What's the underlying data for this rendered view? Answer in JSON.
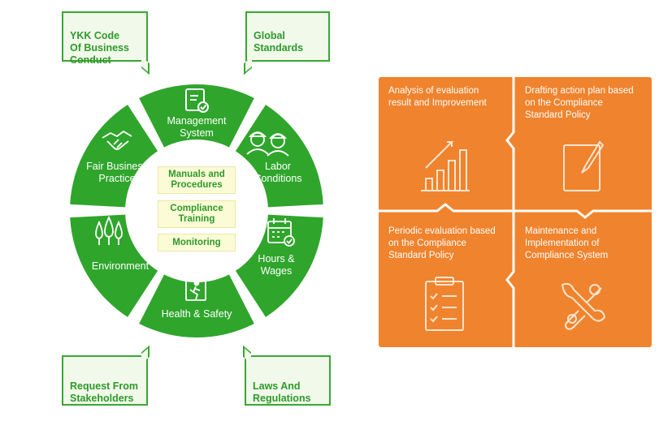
{
  "callouts": {
    "top_left": "YKK Code\nOf Business\nConduct",
    "top_right": "Global\nStandards",
    "bottom_left": "Request From\nStakeholders",
    "bottom_right": "Laws And\nRegulations"
  },
  "wheel": {
    "segments": {
      "management": "Management\nSystem",
      "labor": "Labor\nConditions",
      "hours": "Hours &\nWages",
      "health": "Health & Safety",
      "environment": "Environment",
      "fair": "Fair Business\nPractice"
    },
    "center": {
      "manuals": "Manuals and\nProcedures",
      "training": "Compliance\nTraining",
      "monitoring": "Monitoring"
    }
  },
  "cycle": {
    "q1": "Analysis of evaluation\nresult and Improvement",
    "q2": "Drafting action plan based\non the Compliance\nStandard Policy",
    "q3": "Periodic evaluation based\non the Compliance\nStandard Policy",
    "q4": "Maintenance and\nImplementation of\nCompliance System"
  },
  "colors": {
    "green": "#2fa52c",
    "callout_border": "#3aa635",
    "orange": "#f0832d",
    "pill_bg": "#fbfbd6"
  },
  "icons": [
    "document-check-icon",
    "workers-icon",
    "calendar-icon",
    "emergency-exit-icon",
    "trees-icon",
    "handshake-icon",
    "growth-chart-icon",
    "edit-note-icon",
    "checklist-icon",
    "tools-icon"
  ]
}
